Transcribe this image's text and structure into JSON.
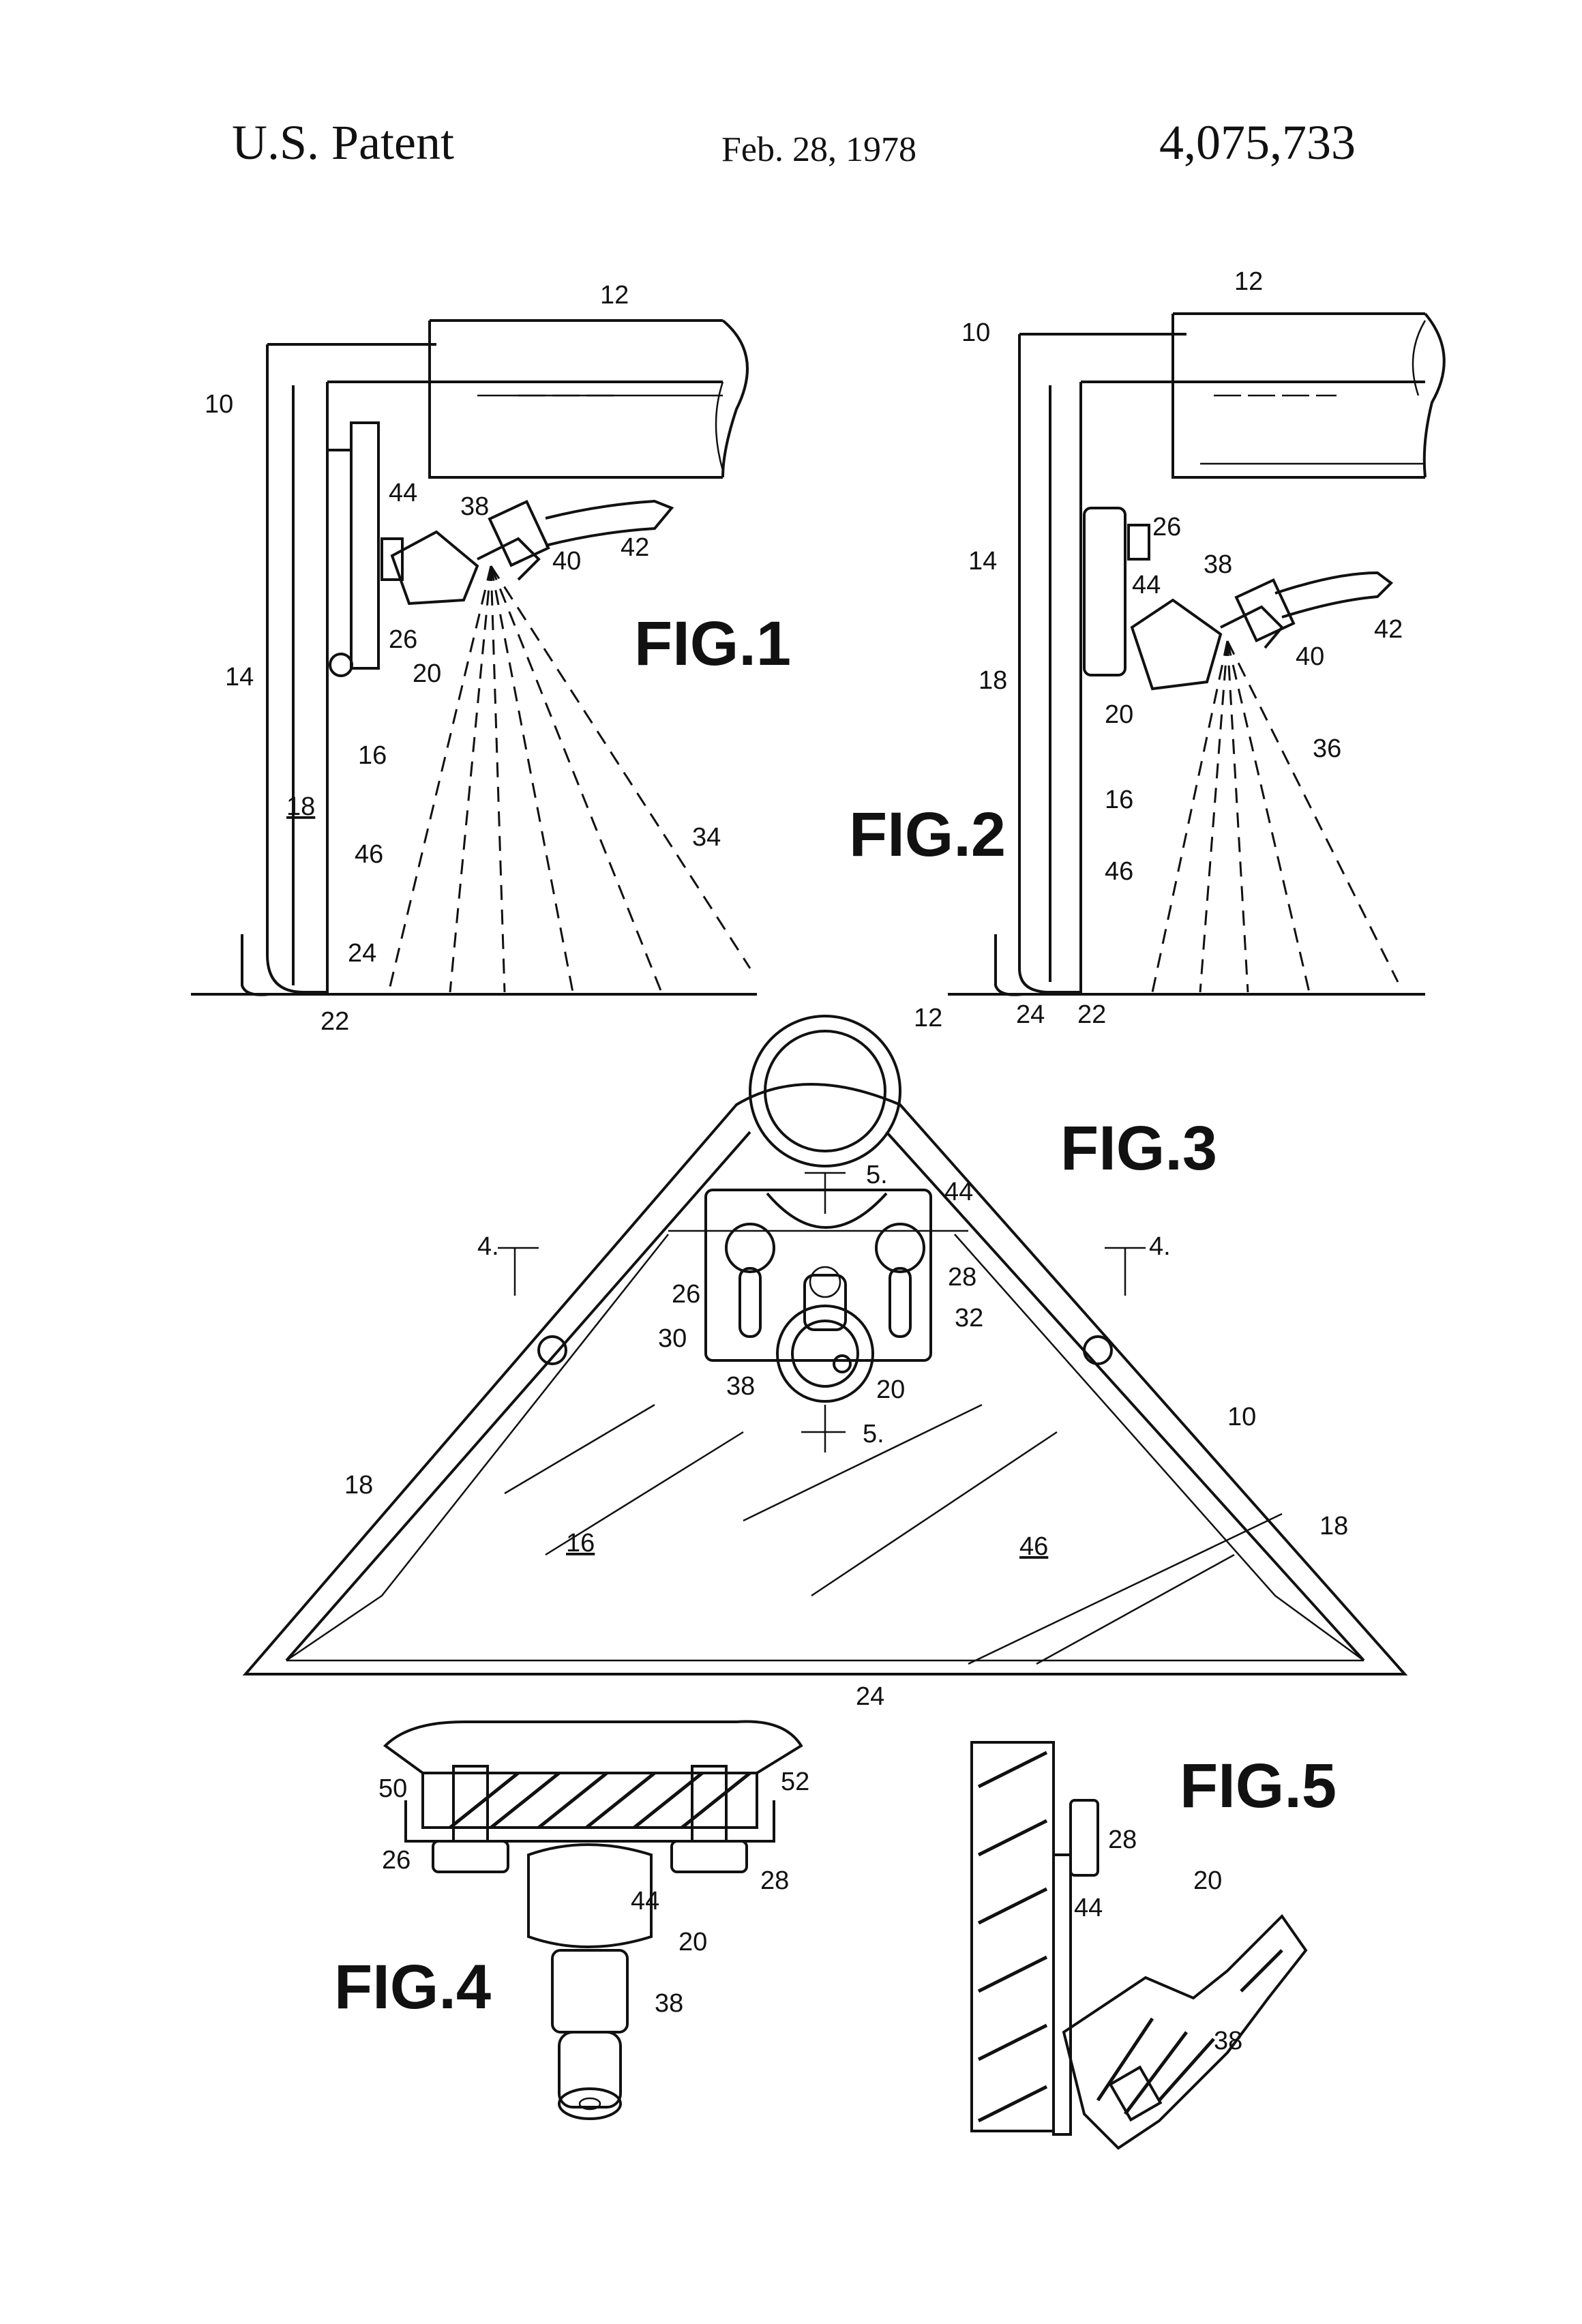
{
  "header": {
    "left": "U.S. Patent",
    "middle": "Feb. 28, 1978",
    "right": "4,075,733"
  },
  "figures": {
    "fig1": {
      "label": "FIG.1",
      "refs": [
        "12",
        "10",
        "44",
        "38",
        "40",
        "42",
        "26",
        "20",
        "14",
        "16",
        "18",
        "46",
        "34",
        "24",
        "22"
      ]
    },
    "fig2": {
      "label": "FIG.2",
      "refs": [
        "12",
        "10",
        "26",
        "38",
        "14",
        "44",
        "40",
        "42",
        "18",
        "20",
        "36",
        "16",
        "46",
        "24",
        "22"
      ]
    },
    "fig3": {
      "label": "FIG.3",
      "refs": [
        "12",
        "5.",
        "44",
        "4.",
        "4.",
        "26",
        "28",
        "30",
        "32",
        "38",
        "20",
        "5.",
        "10",
        "18",
        "18",
        "16",
        "46",
        "24"
      ]
    },
    "fig4": {
      "label": "FIG.4",
      "refs": [
        "50",
        "52",
        "26",
        "28",
        "44",
        "20",
        "38"
      ]
    },
    "fig5": {
      "label": "FIG.5",
      "refs": [
        "28",
        "20",
        "44",
        "38"
      ]
    }
  }
}
